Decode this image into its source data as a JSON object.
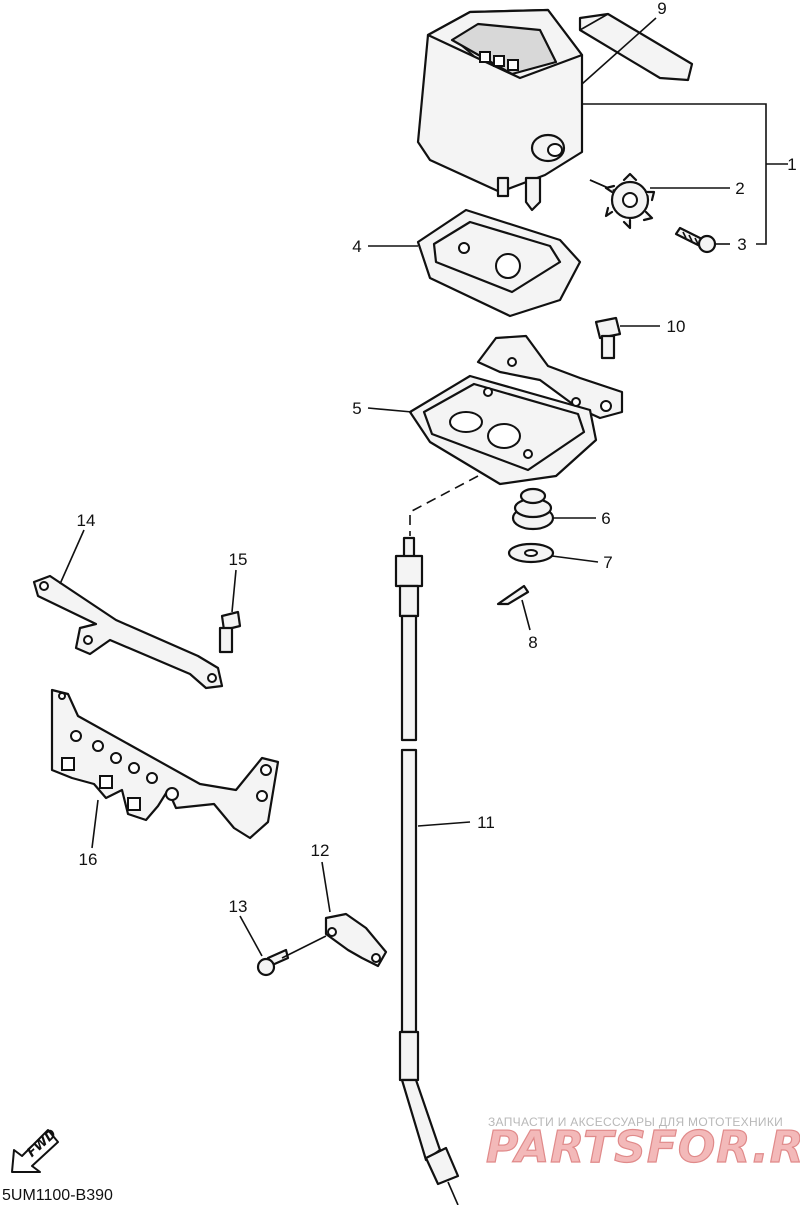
{
  "diagram": {
    "callouts": [
      "1",
      "2",
      "3",
      "4",
      "5",
      "6",
      "7",
      "8",
      "9",
      "10",
      "11",
      "12",
      "13",
      "14",
      "15",
      "16"
    ],
    "drawing_code": "5UM1100-B390",
    "fwd_label": "FWD",
    "watermark": {
      "line1": "ЗАПЧАСТИ И АКСЕССУАРЫ ДЛЯ МОТОТЕХНИКИ",
      "line2": "PARTSFOR.RU"
    }
  }
}
